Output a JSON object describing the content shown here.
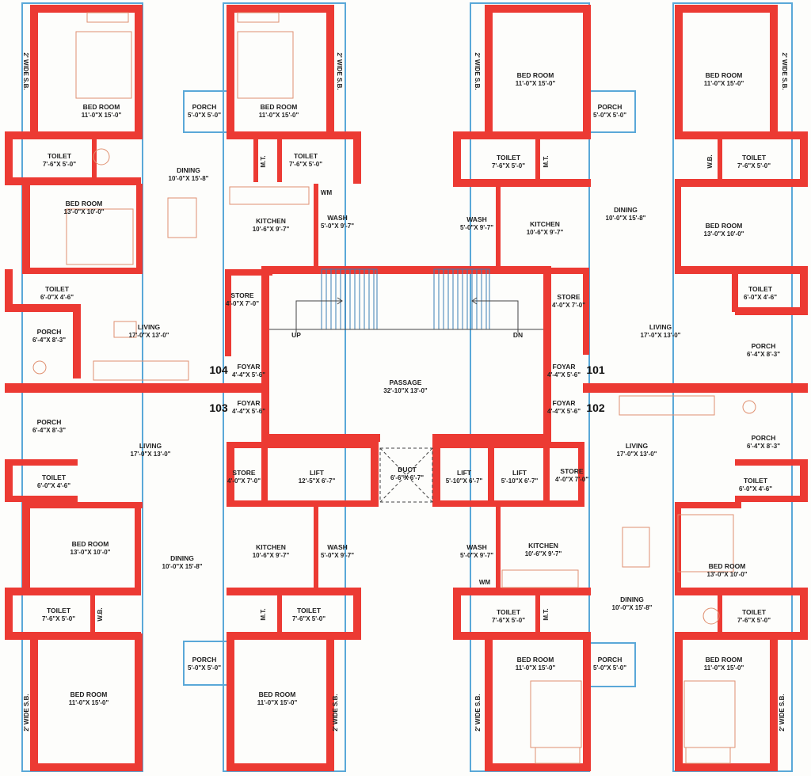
{
  "units": {
    "u101": "101",
    "u102": "102",
    "u103": "103",
    "u104": "104"
  },
  "core": {
    "passage": {
      "name": "PASSAGE",
      "dim": "32'-10\"X 13'-0\""
    },
    "duct": {
      "name": "DUCT",
      "dim": "6'-6\"X 6'-7\""
    },
    "lift_left": {
      "name": "LIFT",
      "dim": "12'-5\"X 6'-7\""
    },
    "lift_mid1": {
      "name": "LIFT",
      "dim": "5'-10\"X 6'-7\""
    },
    "lift_mid2": {
      "name": "LIFT",
      "dim": "5'-10\"X 6'-7\""
    },
    "stair_up": "UP",
    "stair_dn": "DN"
  },
  "rooms": [
    {
      "id": "tl-bed1",
      "name": "BED ROOM",
      "dim": "11'-0\"X 15'-0\""
    },
    {
      "id": "tl-bed2",
      "name": "BED ROOM",
      "dim": "11'-0\"X 15'-0\""
    },
    {
      "id": "tl-porch1",
      "name": "PORCH",
      "dim": "5'-0\"X 5'-0\""
    },
    {
      "id": "tl-toilet1",
      "name": "TOILET",
      "dim": "7'-6\"X 5'-0\""
    },
    {
      "id": "tl-toilet2",
      "name": "TOILET",
      "dim": "7'-6\"X 5'-0\""
    },
    {
      "id": "tl-dining",
      "name": "DINING",
      "dim": "10'-0\"X 15'-8\""
    },
    {
      "id": "tl-bed3",
      "name": "BED ROOM",
      "dim": "13'-0\"X 10'-0\""
    },
    {
      "id": "tl-kitchen",
      "name": "KITCHEN",
      "dim": "10'-6\"X 9'-7\""
    },
    {
      "id": "tl-wash",
      "name": "WASH",
      "dim": "5'-0\"X 9'-7\""
    },
    {
      "id": "tl-toilet3",
      "name": "TOILET",
      "dim": "6'-0\"X 4'-6\""
    },
    {
      "id": "tl-store",
      "name": "STORE",
      "dim": "4'-0\"X 7'-0\""
    },
    {
      "id": "tl-porch2",
      "name": "PORCH",
      "dim": "6'-4\"X 8'-3\""
    },
    {
      "id": "tl-living",
      "name": "LIVING",
      "dim": "17'-0\"X 13'-0\""
    },
    {
      "id": "tl-foyar",
      "name": "FOYAR",
      "dim": "4'-4\"X 5'-6\""
    },
    {
      "id": "tr-bed1",
      "name": "BED ROOM",
      "dim": "11'-0\"X 15'-0\""
    },
    {
      "id": "tr-bed2",
      "name": "BED ROOM",
      "dim": "11'-0\"X 15'-0\""
    },
    {
      "id": "tr-porch1",
      "name": "PORCH",
      "dim": "5'-0\"X 5'-0\""
    },
    {
      "id": "tr-toilet1",
      "name": "TOILET",
      "dim": "7'-6\"X 5'-0\""
    },
    {
      "id": "tr-toilet2",
      "name": "TOILET",
      "dim": "7'-6\"X 5'-0\""
    },
    {
      "id": "tr-wash",
      "name": "WASH",
      "dim": "5'-0\"X 9'-7\""
    },
    {
      "id": "tr-kitchen",
      "name": "KITCHEN",
      "dim": "10'-6\"X 9'-7\""
    },
    {
      "id": "tr-dining",
      "name": "DINING",
      "dim": "10'-0\"X 15'-8\""
    },
    {
      "id": "tr-bed3",
      "name": "BED ROOM",
      "dim": "13'-0\"X 10'-0\""
    },
    {
      "id": "tr-store",
      "name": "STORE",
      "dim": "4'-0\"X 7'-0\""
    },
    {
      "id": "tr-toilet3",
      "name": "TOILET",
      "dim": "6'-0\"X 4'-6\""
    },
    {
      "id": "tr-living",
      "name": "LIVING",
      "dim": "17'-0\"X 13'-0\""
    },
    {
      "id": "tr-porch2",
      "name": "PORCH",
      "dim": "6'-4\"X 8'-3\""
    },
    {
      "id": "tr-foyar",
      "name": "FOYAR",
      "dim": "4'-4\"X 5'-6\""
    },
    {
      "id": "bl-foyar",
      "name": "FOYAR",
      "dim": "4'-4\"X 5'-6\""
    },
    {
      "id": "bl-porch1",
      "name": "PORCH",
      "dim": "6'-4\"X 8'-3\""
    },
    {
      "id": "bl-living",
      "name": "LIVING",
      "dim": "17'-0\"X 13'-0\""
    },
    {
      "id": "bl-store",
      "name": "STORE",
      "dim": "4'-0\"X 7'-0\""
    },
    {
      "id": "bl-toilet1",
      "name": "TOILET",
      "dim": "6'-0\"X 4'-6\""
    },
    {
      "id": "bl-bed1",
      "name": "BED ROOM",
      "dim": "13'-0\"X 10'-0\""
    },
    {
      "id": "bl-dining",
      "name": "DINING",
      "dim": "10'-0\"X 15'-8\""
    },
    {
      "id": "bl-kitchen",
      "name": "KITCHEN",
      "dim": "10'-6\"X 9'-7\""
    },
    {
      "id": "bl-wash",
      "name": "WASH",
      "dim": "5'-0\"X 9'-7\""
    },
    {
      "id": "bl-toilet2",
      "name": "TOILET",
      "dim": "7'-6\"X 5'-0\""
    },
    {
      "id": "bl-toilet3",
      "name": "TOILET",
      "dim": "7'-6\"X 5'-0\""
    },
    {
      "id": "bl-porch2",
      "name": "PORCH",
      "dim": "5'-0\"X 5'-0\""
    },
    {
      "id": "bl-bed2",
      "name": "BED ROOM",
      "dim": "11'-0\"X 15'-0\""
    },
    {
      "id": "bl-bed3",
      "name": "BED ROOM",
      "dim": "11'-0\"X 15'-0\""
    },
    {
      "id": "br-foyar",
      "name": "FOYAR",
      "dim": "4'-4\"X 5'-6\""
    },
    {
      "id": "br-living",
      "name": "LIVING",
      "dim": "17'-0\"X 13'-0\""
    },
    {
      "id": "br-porch1",
      "name": "PORCH",
      "dim": "6'-4\"X 8'-3\""
    },
    {
      "id": "br-store",
      "name": "STORE",
      "dim": "4'-0\"X 7'-0\""
    },
    {
      "id": "br-toilet1",
      "name": "TOILET",
      "dim": "6'-0\"X 4'-6\""
    },
    {
      "id": "br-wash",
      "name": "WASH",
      "dim": "5'-0\"X 9'-7\""
    },
    {
      "id": "br-kitchen",
      "name": "KITCHEN",
      "dim": "10'-6\"X 9'-7\""
    },
    {
      "id": "br-bed1",
      "name": "BED ROOM",
      "dim": "13'-0\"X 10'-0\""
    },
    {
      "id": "br-dining",
      "name": "DINING",
      "dim": "10'-0\"X 15'-8\""
    },
    {
      "id": "br-toilet2",
      "name": "TOILET",
      "dim": "7'-6\"X 5'-0\""
    },
    {
      "id": "br-toilet3",
      "name": "TOILET",
      "dim": "7'-6\"X 5'-0\""
    },
    {
      "id": "br-porch2",
      "name": "PORCH",
      "dim": "5'-0\"X 5'-0\""
    },
    {
      "id": "br-bed2",
      "name": "BED ROOM",
      "dim": "11'-0\"X 15'-0\""
    },
    {
      "id": "br-bed3",
      "name": "BED ROOM",
      "dim": "11'-0\"X 15'-0\""
    }
  ],
  "markers": {
    "mt": "M.T.",
    "wb": "W.B.",
    "wm": "WM",
    "sb": "2' WIDE S.B."
  },
  "colors": {
    "wall": "#ec3a33",
    "window": "#5aa8d8",
    "background": "#fdfdfb"
  }
}
